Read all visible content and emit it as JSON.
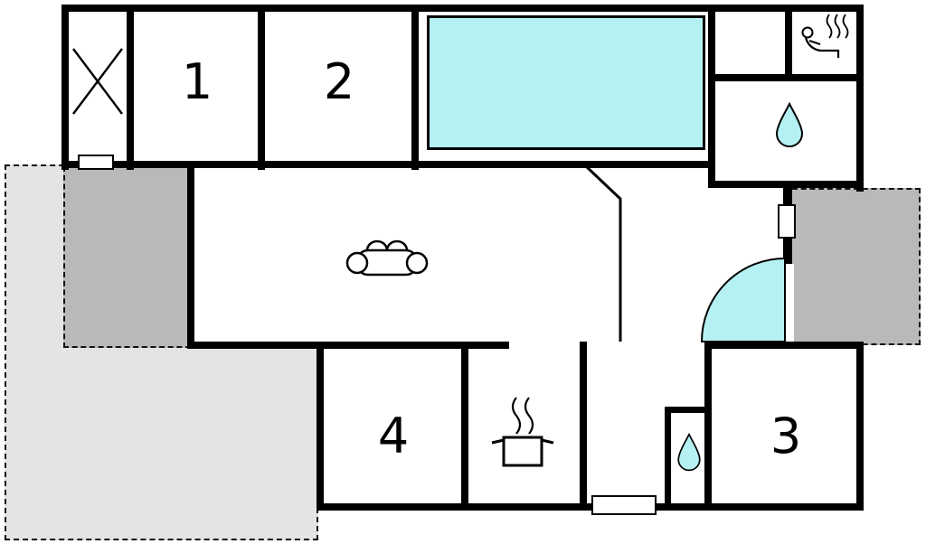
{
  "plan": {
    "room_labels": {
      "bedroom1": "1",
      "bedroom2": "2",
      "bedroom3": "3",
      "bedroom4": "4"
    },
    "features": {
      "pool": "swimming-pool",
      "sauna": "sauna-icon",
      "bathroom": "water-drop-icon",
      "wc": "water-drop-icon",
      "living_room": "sofa-icon",
      "kitchen": "pot-steam-icon",
      "window": "window-cross-icon",
      "entry_door": "door-swing-arc",
      "door_markers": [
        "terrace-door-marker",
        "side-door-marker",
        "entrance-door-marker"
      ]
    },
    "colors": {
      "water": "#b5f1f3",
      "wall": "#000000",
      "covered_terrace": "#b9b9b9",
      "open_terrace": "#e4e4e4",
      "floor": "#ffffff"
    }
  }
}
